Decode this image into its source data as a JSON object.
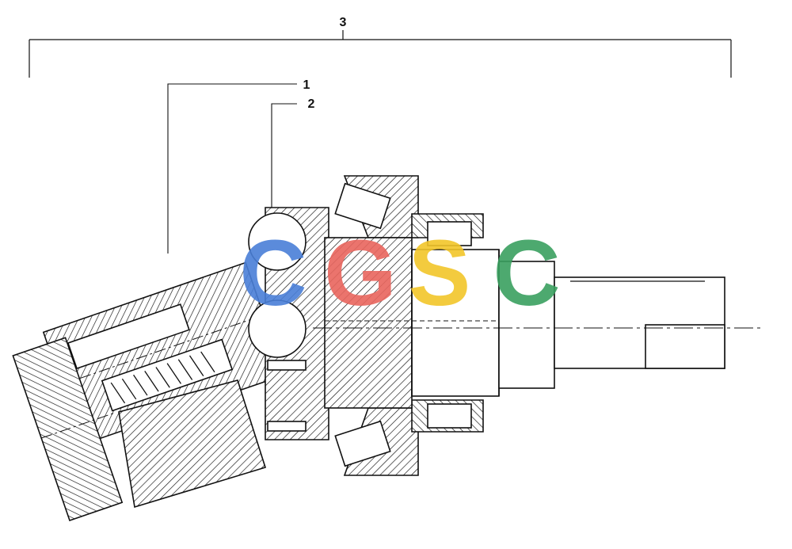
{
  "callouts": {
    "label_1": "1",
    "label_2": "2",
    "label_3": "3"
  },
  "watermark": {
    "letters": [
      "C",
      "G",
      "S",
      "C"
    ],
    "colors": [
      "#4a7fd8",
      "#e9665e",
      "#f2c62a",
      "#3aa060"
    ]
  },
  "colors": {
    "ink": "#111111",
    "paper": "#ffffff"
  }
}
